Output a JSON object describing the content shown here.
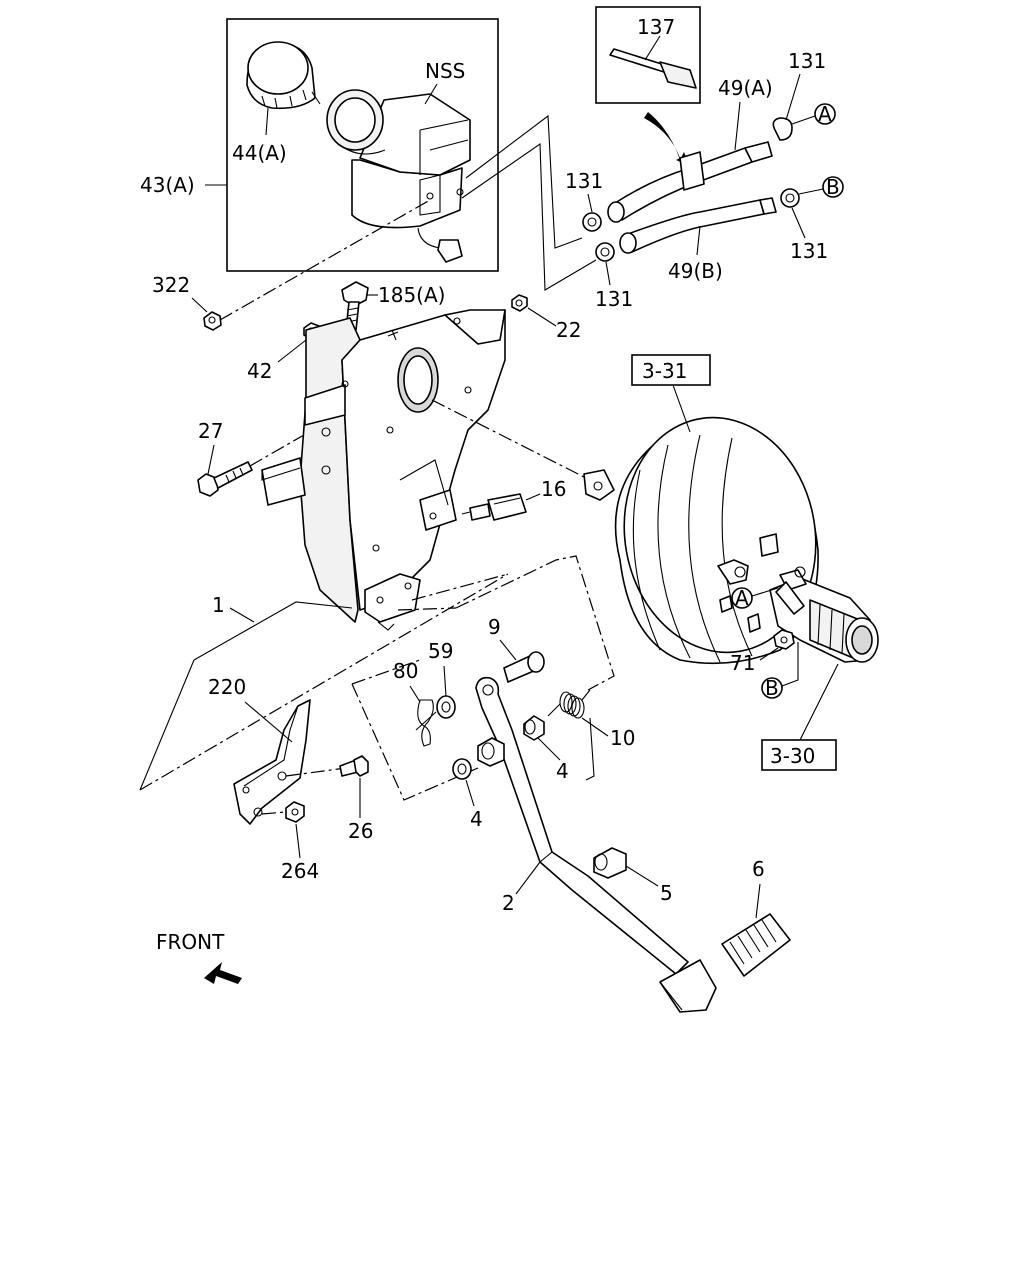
{
  "labels": {
    "nss": "NSS",
    "p137": "137",
    "p131a": "131",
    "p131b": "131",
    "p131c": "131",
    "p131d": "131",
    "p49a": "49(A)",
    "p49b": "49(B)",
    "p44a": "44(A)",
    "p43a": "43(A)",
    "p322": "322",
    "p185a": "185(A)",
    "p22": "22",
    "p42": "42",
    "p27": "27",
    "p16": "16",
    "p1": "1",
    "p220": "220",
    "p80": "80",
    "p59": "59",
    "p9": "9",
    "p10": "10",
    "p4a": "4",
    "p4b": "4",
    "p26": "26",
    "p264": "264",
    "p2": "2",
    "p5": "5",
    "p6": "6",
    "p71": "71",
    "ref331": "3-31",
    "ref330": "3-30",
    "calloutA": "A",
    "calloutB": "B",
    "front": "FRONT"
  }
}
